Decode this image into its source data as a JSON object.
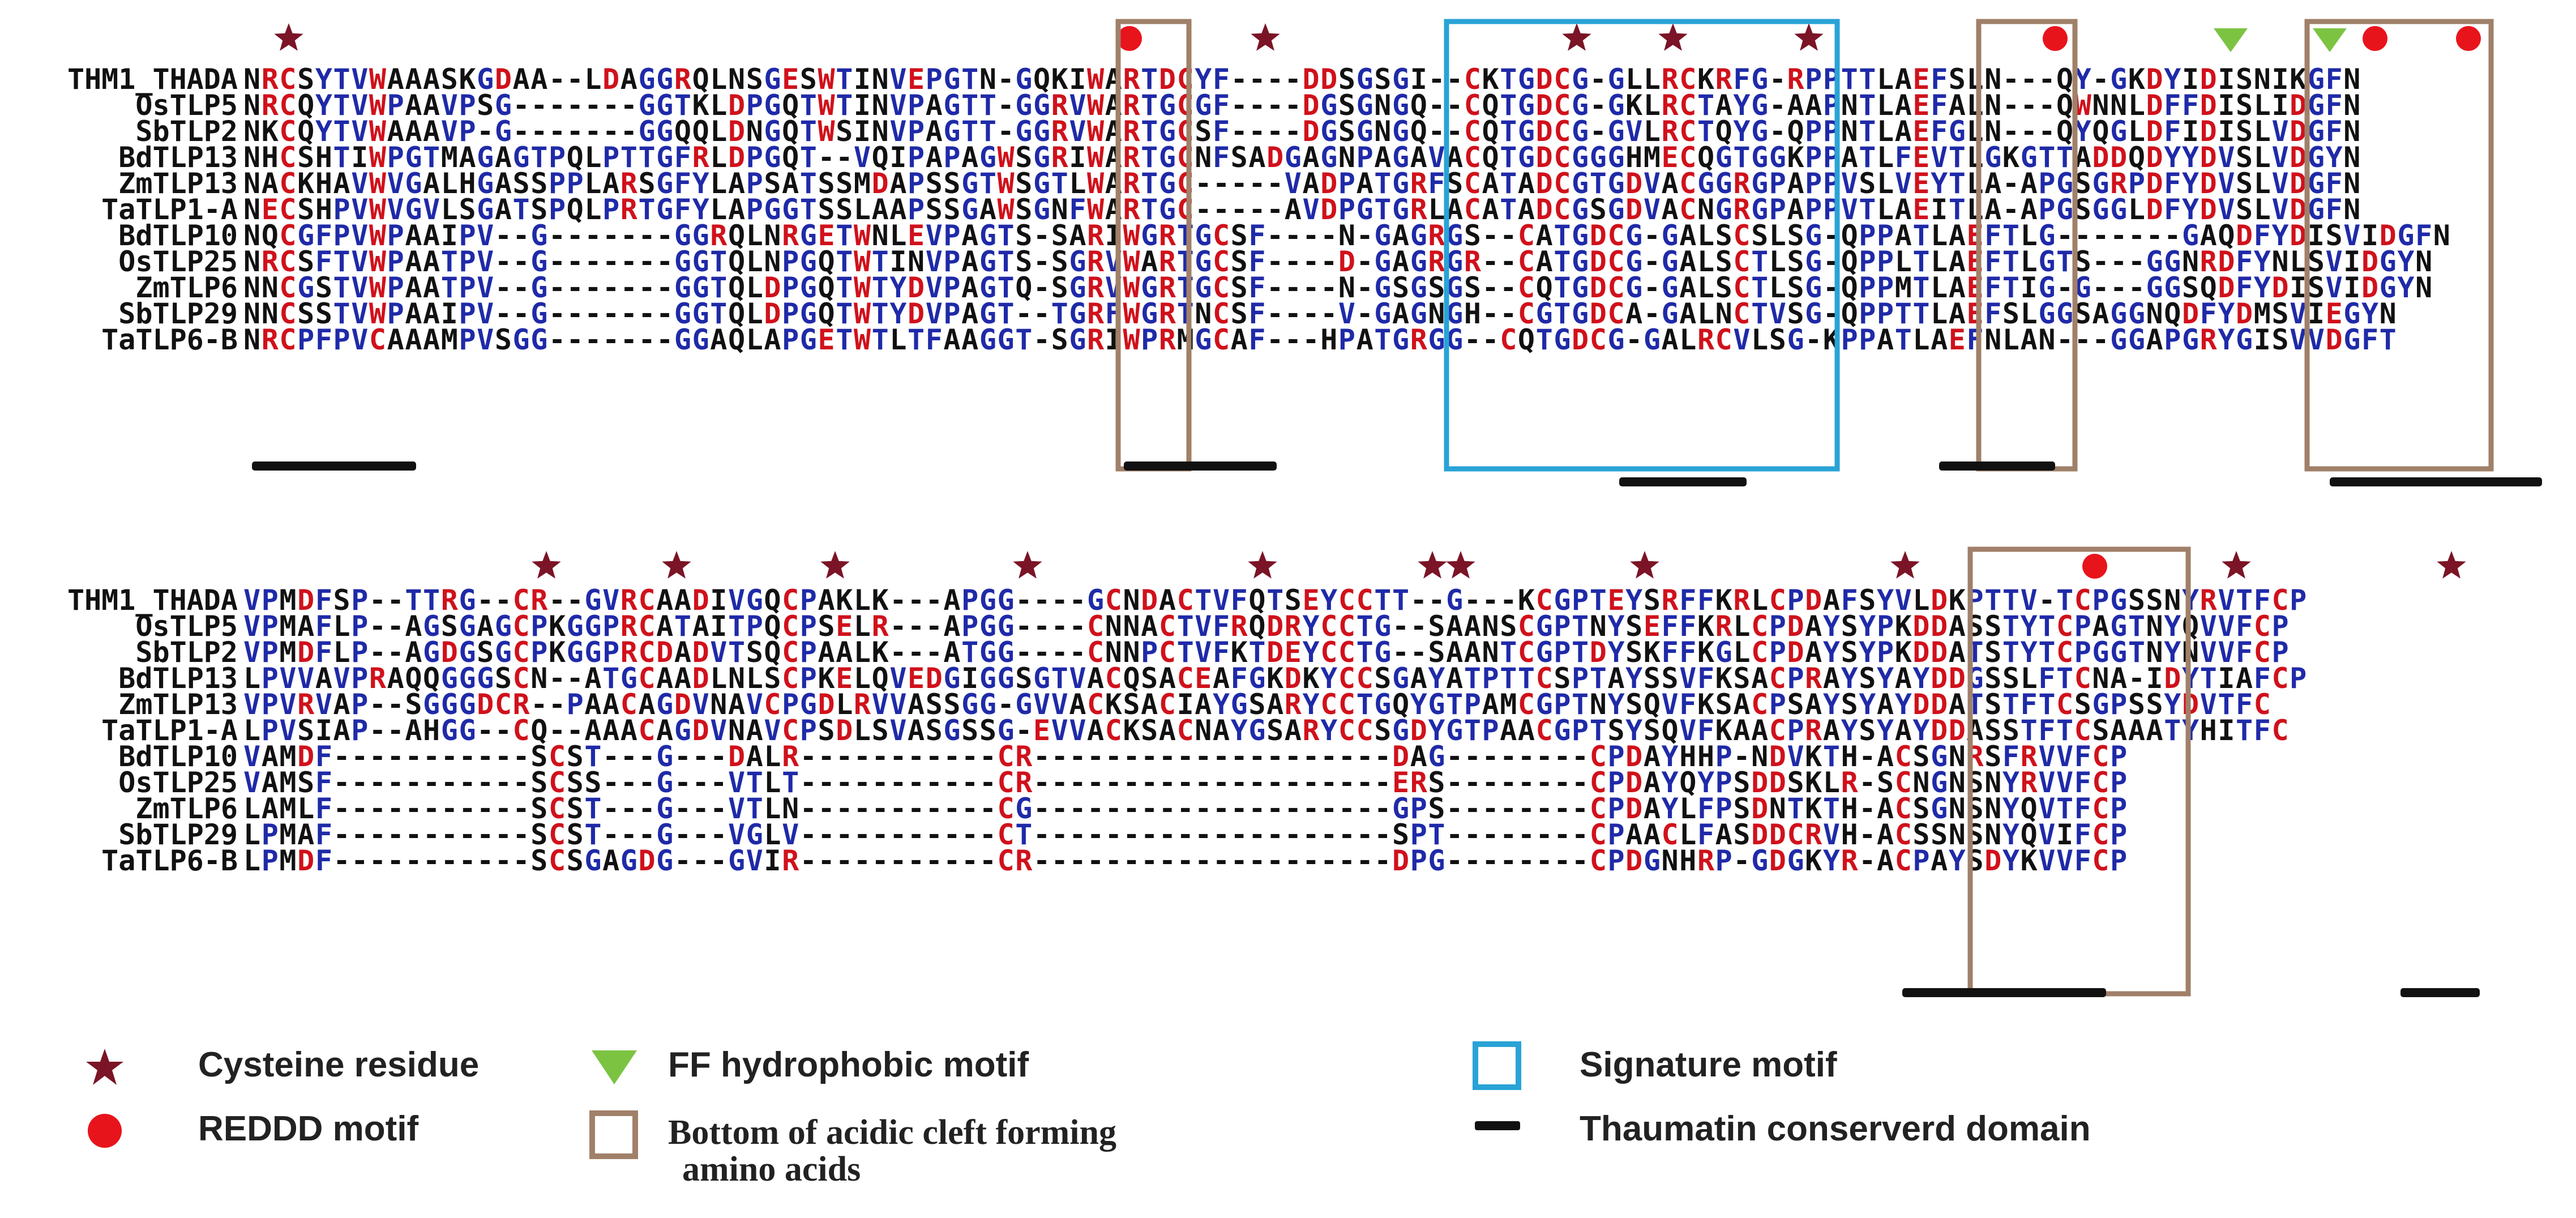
{
  "alignment": {
    "names": [
      "THM1_THADA",
      "OsTLP5",
      "SbTLP2",
      "BdTLP13",
      "ZmTLP13",
      "TaTLP1-A",
      "BdTLP10",
      "OsTLP25",
      "ZmTLP6",
      "SbTLP29",
      "TaTLP6-B"
    ],
    "block1": [
      "NRCSYTVWAAASKGDAA--LDAGGRQLNSGESWTINVEPGTN-GQKIWARTDCYF----DDSGSGI--CKTGDCG-GLLRCKRFG-RPPTTLAEFSLN---QY-GKDYIDISNIKGFN",
      "NRCQYTVWPAAVPSG-------GGTKLDPGQTWTINVPAGTT-GGRVWARTGCGF----DGSGNGQ--CQTGDCG-GKLRCTAYG-AAPNTLAEFALN---QWNNLDFFDISLIDGFN",
      "NKCQYTVWAAAVP-G-------GGQQLDNGQTWSINVPAGTT-GGRVWARTGCSF----DGSGNGQ--CQTGDCG-GVLRCTQYG-QPPNTLAEFGLN---QYQGLDFIDISLVDGFN",
      "NHCSHTIWPGTMAGAGTPQLPTTGFRLDPGQT--VQIPAPAGWSGRIWARTGCNFSADGAGNPAGAVACQTGDCGGGHMECQGTGGKPPATLFEVTLGKGTTADDQDYYDVSLVDGYN",
      "NACKHAVWVGALHGASSPPLARSGFYLAPSATSSMDAPSSGTWSGTLWARTGC-----VADPATGRFSCATADCGTGDVACGGRGPAPPVSLVEYTLA-APGSGRPDFYDVSLVDGFN",
      "NECSHPVWVGVLSGATSPQLPRTGFYLAPGGTSSLAAPSSGAWSGNFWARTGC-----AVDPGTGRLACATADCGSGDVACNGRGPAPPVTLAEITLA-APGSGGLDFYDVSLVDGFN",
      "NQCGFPVWPAAIPV--G-------GGRQLNRGETWNLEVPAGTS-SARIWGRTGCSF----N-GAGRGS--CATGDCG-GALSCSLSG-QPPATLAEFTLG-------GAQDFYDISVIDGFN",
      "NRCSFTVWPAATPV--G-------GGTQLNPGQTWTINVPAGTS-SGRVWARTGCSF----D-GAGRGR--CATGDCG-GALSCTLSG-QPPLTLAEFTLGTS---GGNRDFYNLSVIDGYN",
      "NNCGSTVWPAATPV--G-------GGTQLDPGQTWTYDVPAGTQ-SGRVWGRTGCSF----N-GSGSGS--CQTGDCG-GALSCTLSG-QPPMTLAEFTIG-G---GGSQDFYDISVIDGYN",
      "NNCSSTVWPAAIPV--G-------GGTQLDPGQTWTYDVPAGT--TGRFWGRTNCSF----V-GAGNGH--CGTGDCA-GALNCTVSG-QPPTTLAEFSLGGSAGGNQDFYDMSVIEGYN",
      "NRCPFPVCAAAMPVSGG-------GGAQLAPGETWTLTFAAGGT-SGRIWPRMGCAF---HPATGRGG--CQTGDCG-GALRCVLSG-KPPATLAEFNLAN---GGAPGRYGISVVDGFT"
    ],
    "block2": [
      "VPMDFSP--TTRG--CR--GVRCAADIVGQCPAKLK---APGG----GCNDACTVFQTSEYCCTT--G---KCGPTEYSRFFKRLCPDAFSYVLDKPTTV-TCPGSSNYRVTFCP",
      "VPMAFLP--AGSGAGCPKGGPRCATAITPQCPSELR---APGG----CNNACTVFRQDRYCCTG--SAANSCGPTNYSEFFKRLCPDAYSYPKDDASSTYTCPAGTNYQVVFCP",
      "VPMDFLP--AGDGSGCPKGGPRCDADVTSQCPAALK---ATGG----CNNPCTVFKTDEYCCTG--SAANTCGPTDYSKFFKGLCPDAYSYPKDDATSTYTCPGGTNYNVVFCP",
      "LPVVAVPRAQQGGGSCN--ATGCAADLNLSCPKELQVEDGIGGSGTVACQSACEAFGKDKYCCSGAYATPTTCSPTAYSSVFKSACPRAYSYAYDDGSSLFTCNA-IDYTIAFCP",
      "VPVRVAP--SGGGDCR--PAACAGDVNAVCPGDLRVVASSGG-GVVACKSACIAYGSARYCCTGQYGTPAMCGPTNYSQVFKSACPSAYSYAYDDATSTFTCSGPSSYDVTFC",
      "LPVSIAP--AHGG--CQ--AAACAGDVNAVCPSDLSVASGSSG-EVVACKSACNAYGSARYCCSGDYGTPAACGPTSYSQVFKAACPRAYSYAYDDASSTFTCSAAATYHITFC",
      "VAMDF-----------SCST---G---DALR-----------CR--------------------DAG--------CPDAYHHP-NDVKTH-ACSGNRSFRVVFCP",
      "VAMSF-----------SCSS---G---VTLT-----------CR--------------------ERS--------CPDAYQYPSDDSKLR-SCNGNSNYRVVFCP",
      "LAMLF-----------SCST---G---VTLN-----------CG--------------------GPS--------CPDAYLFPSDNTKTH-ACSGNSNYQVTFCP",
      "LPMAF-----------SCST---G---VGLV-----------CT--------------------SPT--------CPAACLFASDDCRVH-ACSSNSNYQVIFCP",
      "LPMDF-----------SCSGAGDG---GVIR-----------CR--------------------DPG--------CPDGNHRP-GDGKYR-ACPAYSDYKVVFCP"
    ]
  },
  "colors": {
    "red": "#d0111b",
    "blue": "#1f2aa8",
    "black": "#111111",
    "star": "#7b1426",
    "redddd_dot": "#e8141c",
    "ff_triangle": "#7cc342",
    "signature_box": "#29a3d6",
    "acidic_box": "#a08069"
  },
  "legend": {
    "cysteine": "Cysteine residue",
    "ff_motif": "FF hydrophobic motif",
    "signature": "Signature motif",
    "reddd": "REDDD motif",
    "acidic_line1": "Bottom of acidic cleft forming",
    "acidic_line2": "amino acids",
    "thaumatin": "Thaumatin conserverd domain"
  }
}
